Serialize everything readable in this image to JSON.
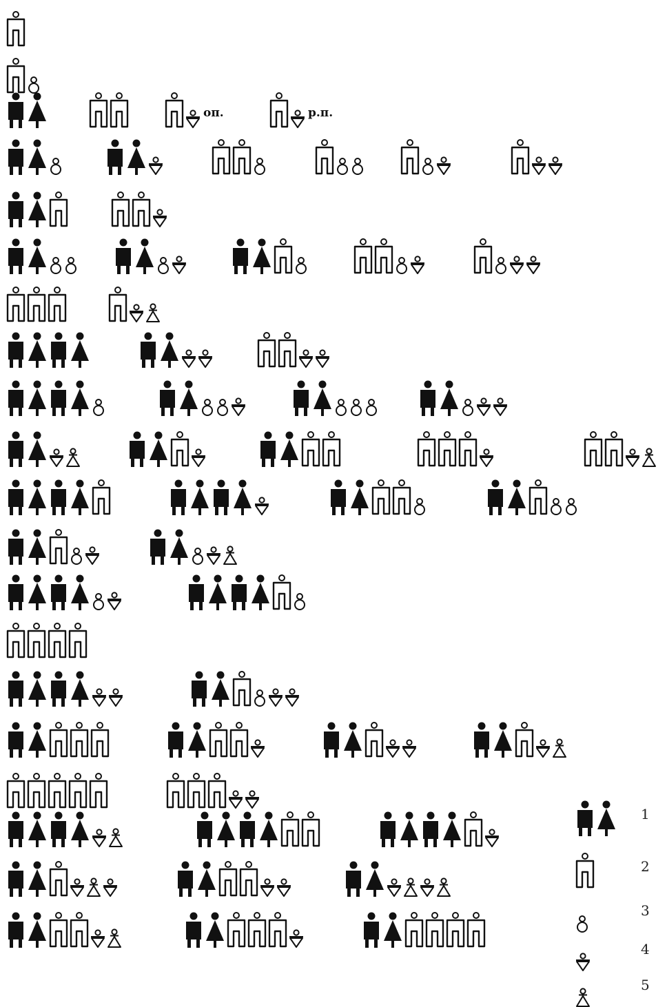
{
  "legend": {
    "items": [
      {
        "number": "1",
        "symbol": "couple-icon"
      },
      {
        "number": "2",
        "symbol": "unmarried-adult-icon"
      },
      {
        "number": "3",
        "symbol": "male-child-icon"
      },
      {
        "number": "4",
        "symbol": "female-child-icon"
      },
      {
        "number": "5",
        "symbol": "female-infant-icon"
      }
    ]
  },
  "rows": [
    [
      [
        "u"
      ]
    ],
    [
      [
        "u",
        "m"
      ]
    ],
    [
      [
        "M",
        "F"
      ],
      [
        "u",
        "u"
      ],
      [
        "u",
        "f",
        {
          "t": "оп."
        }
      ],
      [
        "u",
        "f",
        {
          "t": "р.п."
        }
      ]
    ],
    [
      [
        "M",
        "F",
        "m"
      ],
      [
        "M",
        "F",
        "f"
      ],
      [
        "u",
        "u",
        "m"
      ],
      [
        "u",
        "m",
        "m"
      ],
      [
        "u",
        "m",
        "f"
      ],
      [
        "u",
        "f",
        "f"
      ]
    ],
    [
      [
        "M",
        "F",
        "u"
      ],
      [
        "u",
        "u",
        "f"
      ]
    ],
    [
      [
        "M",
        "F",
        "m",
        "m"
      ],
      [
        "M",
        "F",
        "m",
        "f"
      ],
      [
        "M",
        "F",
        "u",
        "m"
      ],
      [
        "u",
        "u",
        "m",
        "f"
      ],
      [
        "u",
        "m",
        "f",
        "f"
      ]
    ],
    [
      [
        "u",
        "u",
        "u"
      ],
      [
        "u",
        "f",
        "i"
      ]
    ],
    [
      [
        "M",
        "F",
        "M",
        "F"
      ],
      [
        "M",
        "F",
        "f",
        "f"
      ],
      [
        "u",
        "u",
        "f",
        "f"
      ]
    ],
    [
      [
        "M",
        "F",
        "M",
        "F",
        "m"
      ],
      [
        "M",
        "F",
        "m",
        "m",
        "f"
      ],
      [
        "M",
        "F",
        "m",
        "m",
        "m"
      ],
      [
        "M",
        "F",
        "m",
        "f",
        "f"
      ]
    ],
    [
      [
        "M",
        "F",
        "f",
        "i"
      ],
      [
        "M",
        "F",
        "u",
        "f"
      ],
      [
        "M",
        "F",
        "u",
        "u"
      ],
      [
        "u",
        "u",
        "u",
        "f"
      ],
      [
        "u",
        "u",
        "f",
        "i"
      ]
    ],
    [
      [
        "M",
        "F",
        "M",
        "F",
        "u"
      ],
      [
        "M",
        "F",
        "M",
        "F",
        "f"
      ],
      [
        "M",
        "F",
        "u",
        "u",
        "m"
      ],
      [
        "M",
        "F",
        "u",
        "m",
        "m"
      ]
    ],
    [
      [
        "M",
        "F",
        "u",
        "m",
        "f"
      ],
      [
        "M",
        "F",
        "m",
        "f",
        "i"
      ]
    ],
    [
      [
        "M",
        "F",
        "M",
        "F",
        "m",
        "f"
      ],
      [
        "M",
        "F",
        "M",
        "F",
        "u",
        "m"
      ]
    ],
    [
      [
        "u",
        "u",
        "u",
        "u"
      ]
    ],
    [
      [
        "M",
        "F",
        "M",
        "F",
        "f",
        "f"
      ],
      [
        "M",
        "F",
        "u",
        "m",
        "f",
        "f"
      ]
    ],
    [
      [
        "M",
        "F",
        "u",
        "u",
        "u"
      ],
      [
        "M",
        "F",
        "u",
        "u",
        "f"
      ],
      [
        "M",
        "F",
        "u",
        "f",
        "f"
      ],
      [
        "M",
        "F",
        "u",
        "f",
        "i"
      ]
    ],
    [
      [
        "u",
        "u",
        "u",
        "u",
        "u"
      ],
      [
        "u",
        "u",
        "u",
        "f",
        "f"
      ]
    ],
    [
      [
        "M",
        "F",
        "M",
        "F",
        "f",
        "i"
      ],
      [
        "M",
        "F",
        "M",
        "F",
        "u",
        "u"
      ],
      [
        "M",
        "F",
        "M",
        "F",
        "u",
        "f"
      ]
    ],
    [
      [
        "M",
        "F",
        "u",
        "f",
        "i",
        "f"
      ],
      [
        "M",
        "F",
        "u",
        "u",
        "f",
        "f"
      ],
      [
        "M",
        "F",
        "f",
        "i",
        "f",
        "i"
      ]
    ],
    [
      [
        "M",
        "F",
        "u",
        "u",
        "f",
        "i"
      ],
      [
        "M",
        "F",
        "u",
        "u",
        "u",
        "f"
      ],
      [
        "M",
        "F",
        "u",
        "u",
        "u",
        "u"
      ]
    ]
  ]
}
